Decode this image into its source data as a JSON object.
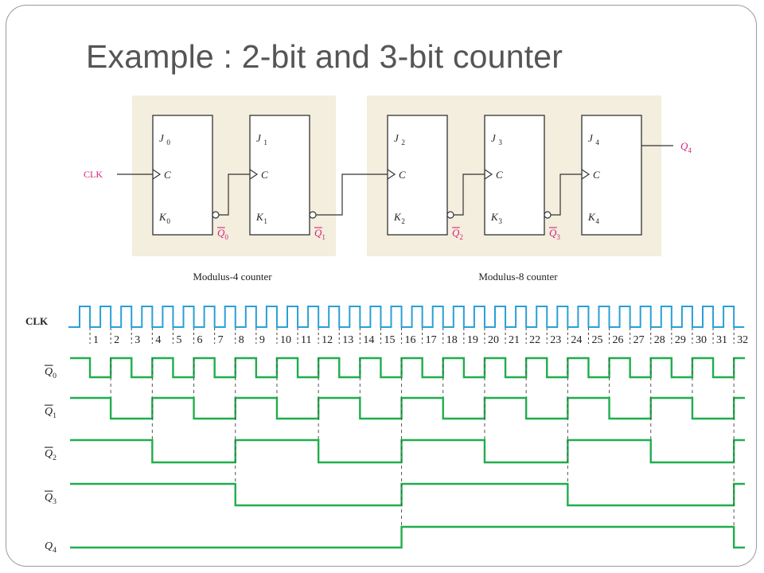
{
  "title": "Example : 2-bit and 3-bit counter",
  "colors": {
    "panel": "#f3eedd",
    "pink": "#d6247a",
    "clk_wave": "#2a9fd6",
    "q_wave": "#1fae4c",
    "line": "#333333"
  },
  "circuit": {
    "clk_label": "CLK",
    "flip_flops": [
      {
        "j": "J",
        "k": "K",
        "c": "C",
        "index": "0",
        "output": "Q",
        "output_index": "0",
        "output_bar": true
      },
      {
        "j": "J",
        "k": "K",
        "c": "C",
        "index": "1",
        "output": "Q",
        "output_index": "1",
        "output_bar": true
      },
      {
        "j": "J",
        "k": "K",
        "c": "C",
        "index": "2",
        "output": "Q",
        "output_index": "2",
        "output_bar": true
      },
      {
        "j": "J",
        "k": "K",
        "c": "C",
        "index": "3",
        "output": "Q",
        "output_index": "3",
        "output_bar": true
      },
      {
        "j": "J",
        "k": "K",
        "c": "C",
        "index": "4",
        "output": "Q",
        "output_index": "4",
        "output_bar": false
      }
    ],
    "captions": [
      "Modulus-4 counter",
      "Modulus-8 counter"
    ]
  },
  "timing": {
    "clk_label": "CLK",
    "pulse_numbers": [
      "1",
      "2",
      "3",
      "4",
      "5",
      "6",
      "7",
      "8",
      "9",
      "10",
      "11",
      "12",
      "13",
      "14",
      "15",
      "16",
      "17",
      "18",
      "19",
      "20",
      "21",
      "22",
      "23",
      "24",
      "25",
      "26",
      "27",
      "28",
      "29",
      "30",
      "31",
      "32"
    ],
    "signals": [
      {
        "name": "Q",
        "index": "0",
        "bar": true,
        "initial": 1,
        "toggle_period": 1
      },
      {
        "name": "Q",
        "index": "1",
        "bar": true,
        "initial": 1,
        "toggle_period": 2
      },
      {
        "name": "Q",
        "index": "2",
        "bar": true,
        "initial": 1,
        "toggle_period": 4
      },
      {
        "name": "Q",
        "index": "3",
        "bar": true,
        "initial": 1,
        "toggle_period": 8
      },
      {
        "name": "Q",
        "index": "4",
        "bar": false,
        "initial": 0,
        "toggle_period": 16
      }
    ]
  }
}
